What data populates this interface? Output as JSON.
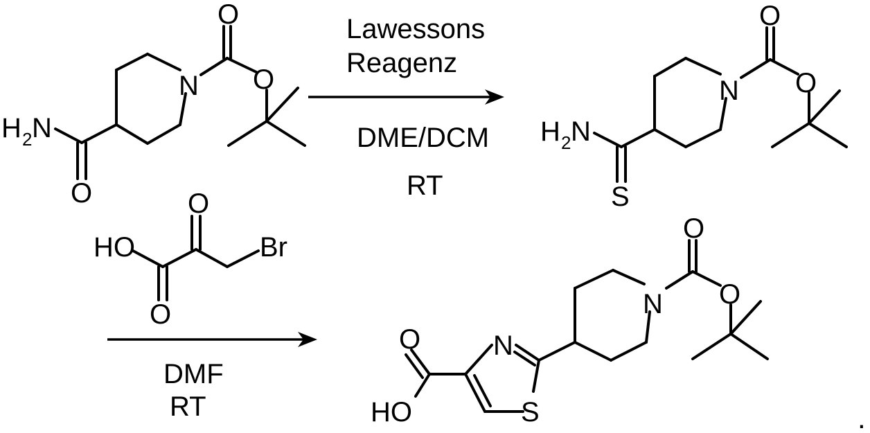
{
  "step1": {
    "reagent_line1": "Lawessons",
    "reagent_line2": "Reagenz",
    "solvent": "DME/DCM",
    "temperature": "RT"
  },
  "step2": {
    "solvent": "DMF",
    "temperature": "RT"
  },
  "atoms": {
    "oxygen": "O",
    "nitrogen": "N",
    "sulfur": "S",
    "hydrogen": "H",
    "h2_sub": "2",
    "hydroxyl": "HO",
    "bromine": "Br"
  },
  "trailing_mark": "."
}
